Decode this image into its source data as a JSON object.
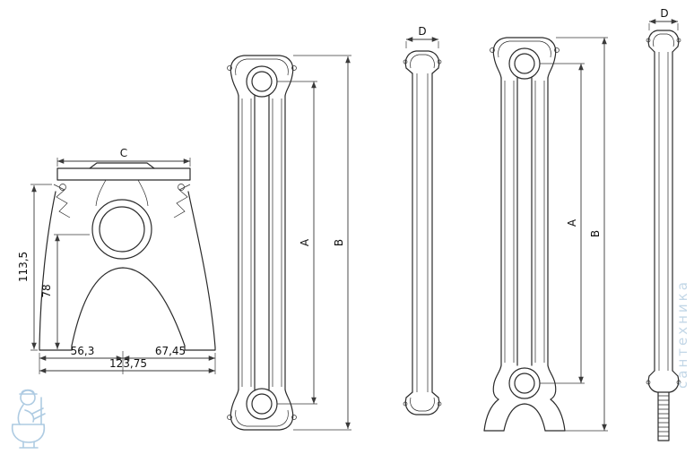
{
  "title": "radiator section technical drawing",
  "colors": {
    "line": "#2b2b2b",
    "dimension": "#3a3a3a",
    "watermark": "#aecbe2"
  },
  "views": {
    "section_view": {
      "dims": {
        "top_width": "C",
        "height_total": "113,5",
        "height_arch": "78",
        "bottom_left": "56,3",
        "bottom_right": "67,45",
        "bottom_total": "123,75"
      }
    },
    "front_view_1": {
      "dims": {
        "axis_distance": "A",
        "overall_height": "B"
      }
    },
    "side_view_1": {
      "dims": {
        "depth": "D"
      }
    },
    "front_view_2": {
      "dims": {
        "axis_distance": "A",
        "overall_height": "B"
      }
    },
    "side_view_2": {
      "dims": {
        "depth": "D"
      }
    }
  },
  "watermark": {
    "text": "сантехника"
  }
}
